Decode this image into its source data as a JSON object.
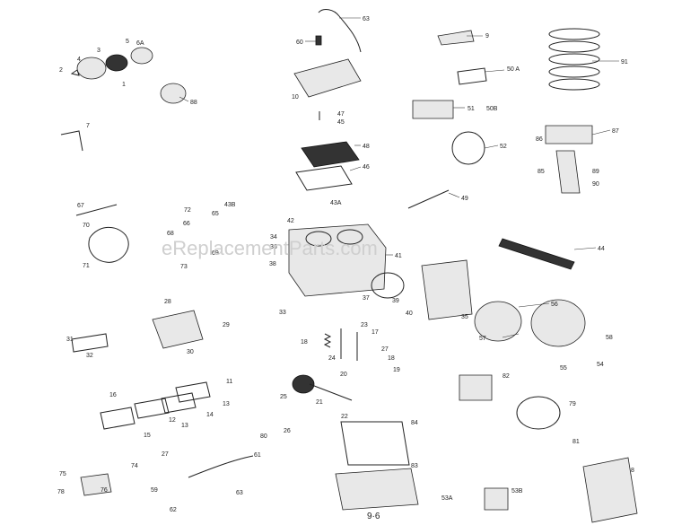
{
  "watermark": "eReplacementParts.com",
  "page_number": "9·6",
  "callouts": [
    {
      "id": "c63",
      "text": "63"
    },
    {
      "id": "c60",
      "text": "60"
    },
    {
      "id": "c9",
      "text": "9"
    },
    {
      "id": "c91",
      "text": "91"
    },
    {
      "id": "c3",
      "text": "3"
    },
    {
      "id": "c5",
      "text": "5"
    },
    {
      "id": "c6a",
      "text": "6A"
    },
    {
      "id": "c2",
      "text": "2"
    },
    {
      "id": "c4",
      "text": "4"
    },
    {
      "id": "c1",
      "text": "1"
    },
    {
      "id": "c88",
      "text": "88"
    },
    {
      "id": "c10",
      "text": "10"
    },
    {
      "id": "c50a",
      "text": "50 A"
    },
    {
      "id": "c51",
      "text": "51"
    },
    {
      "id": "c50b",
      "text": "50B"
    },
    {
      "id": "c47",
      "text": "47"
    },
    {
      "id": "c45",
      "text": "45"
    },
    {
      "id": "c86",
      "text": "86"
    },
    {
      "id": "c87",
      "text": "87"
    },
    {
      "id": "c7",
      "text": "7"
    },
    {
      "id": "c48",
      "text": "48"
    },
    {
      "id": "c46",
      "text": "46"
    },
    {
      "id": "c52",
      "text": "52"
    },
    {
      "id": "c85",
      "text": "85"
    },
    {
      "id": "c89",
      "text": "89"
    },
    {
      "id": "c90",
      "text": "90"
    },
    {
      "id": "c43a",
      "text": "43A"
    },
    {
      "id": "c49",
      "text": "49"
    },
    {
      "id": "c67",
      "text": "67"
    },
    {
      "id": "c72",
      "text": "72"
    },
    {
      "id": "c43b",
      "text": "43B"
    },
    {
      "id": "c65",
      "text": "65"
    },
    {
      "id": "c66",
      "text": "66"
    },
    {
      "id": "c70",
      "text": "70"
    },
    {
      "id": "c68",
      "text": "68"
    },
    {
      "id": "c42",
      "text": "42"
    },
    {
      "id": "c34",
      "text": "34"
    },
    {
      "id": "c36",
      "text": "36"
    },
    {
      "id": "c69",
      "text": "69"
    },
    {
      "id": "c71",
      "text": "71"
    },
    {
      "id": "c73",
      "text": "73"
    },
    {
      "id": "c38",
      "text": "38"
    },
    {
      "id": "c41",
      "text": "41"
    },
    {
      "id": "c44",
      "text": "44"
    },
    {
      "id": "c28",
      "text": "28"
    },
    {
      "id": "c37",
      "text": "37"
    },
    {
      "id": "c39",
      "text": "39"
    },
    {
      "id": "c40",
      "text": "40"
    },
    {
      "id": "c35",
      "text": "35"
    },
    {
      "id": "c56",
      "text": "56"
    },
    {
      "id": "c33",
      "text": "33"
    },
    {
      "id": "c29",
      "text": "29"
    },
    {
      "id": "c31",
      "text": "31"
    },
    {
      "id": "c23",
      "text": "23"
    },
    {
      "id": "c17",
      "text": "17"
    },
    {
      "id": "c57",
      "text": "57"
    },
    {
      "id": "c58",
      "text": "58"
    },
    {
      "id": "c30",
      "text": "30"
    },
    {
      "id": "c18a",
      "text": "18"
    },
    {
      "id": "c24",
      "text": "24"
    },
    {
      "id": "c27",
      "text": "27"
    },
    {
      "id": "c32",
      "text": "32"
    },
    {
      "id": "c18b",
      "text": "18"
    },
    {
      "id": "c54",
      "text": "54"
    },
    {
      "id": "c20",
      "text": "20"
    },
    {
      "id": "c19",
      "text": "19"
    },
    {
      "id": "c55",
      "text": "55"
    },
    {
      "id": "c82",
      "text": "82"
    },
    {
      "id": "c11",
      "text": "11"
    },
    {
      "id": "c16",
      "text": "16"
    },
    {
      "id": "c25",
      "text": "25"
    },
    {
      "id": "c21",
      "text": "21"
    },
    {
      "id": "c13a",
      "text": "13"
    },
    {
      "id": "c14",
      "text": "14"
    },
    {
      "id": "c79",
      "text": "79"
    },
    {
      "id": "c12",
      "text": "12"
    },
    {
      "id": "c22",
      "text": "22"
    },
    {
      "id": "c13b",
      "text": "13"
    },
    {
      "id": "c84",
      "text": "84"
    },
    {
      "id": "c26",
      "text": "26"
    },
    {
      "id": "c15",
      "text": "15"
    },
    {
      "id": "c80",
      "text": "80"
    },
    {
      "id": "c81",
      "text": "81"
    },
    {
      "id": "c27b",
      "text": "27"
    },
    {
      "id": "c61",
      "text": "61"
    },
    {
      "id": "c8",
      "text": "8"
    },
    {
      "id": "c74",
      "text": "74"
    },
    {
      "id": "c75",
      "text": "75"
    },
    {
      "id": "c83",
      "text": "83"
    },
    {
      "id": "c78",
      "text": "78"
    },
    {
      "id": "c76",
      "text": "76"
    },
    {
      "id": "c59",
      "text": "59"
    },
    {
      "id": "c62",
      "text": "62"
    },
    {
      "id": "c63b",
      "text": "63"
    },
    {
      "id": "c53a",
      "text": "53A"
    },
    {
      "id": "c53b",
      "text": "53B"
    }
  ]
}
